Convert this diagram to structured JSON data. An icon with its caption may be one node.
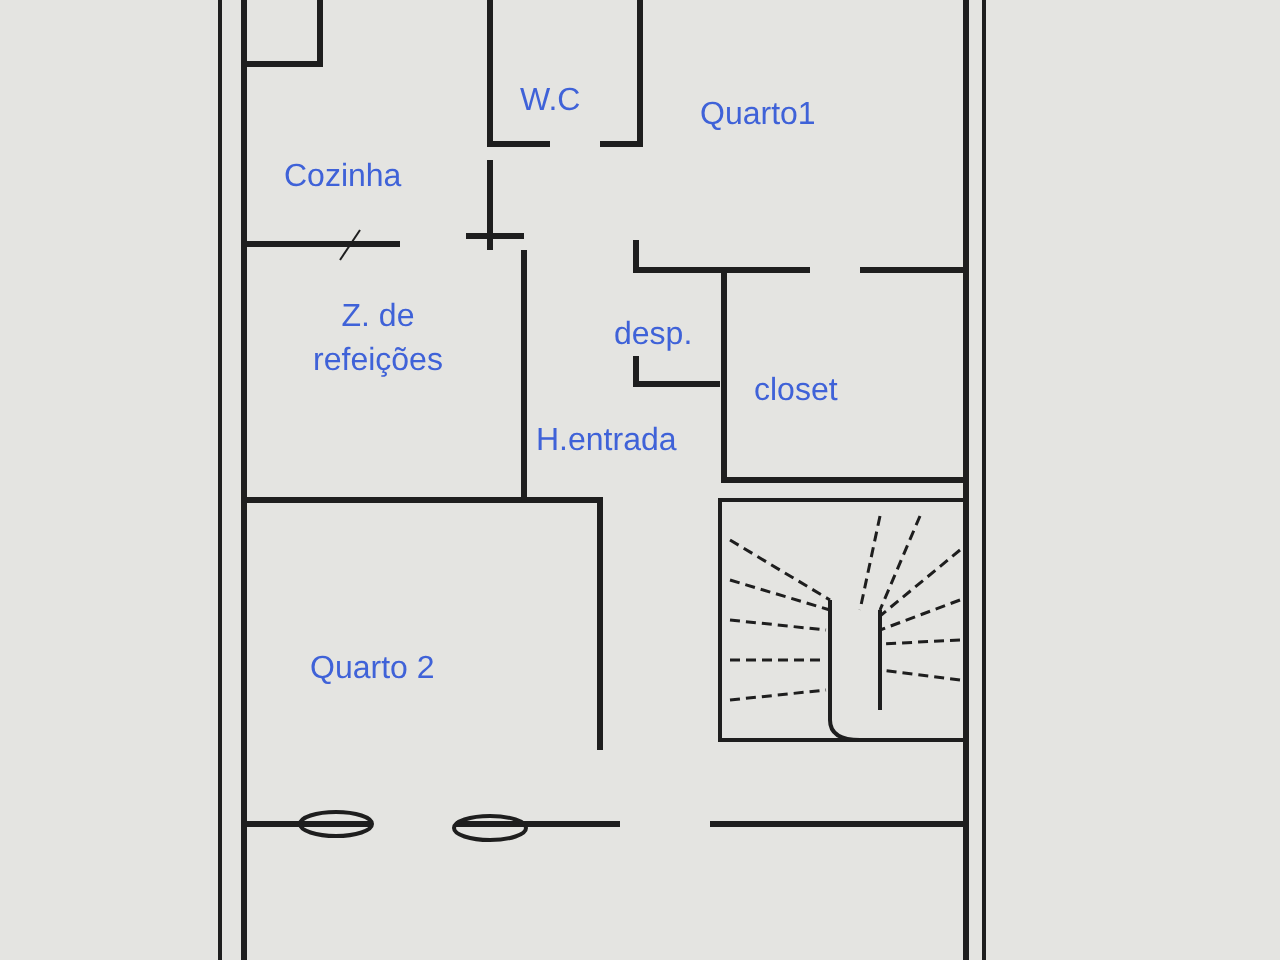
{
  "diagram": {
    "labels": [
      "W.C",
      "Quarto1",
      "Cozinha",
      "Z. de refeições",
      "desp.",
      "closet",
      "H.entrada",
      "Quarto 2"
    ]
  }
}
